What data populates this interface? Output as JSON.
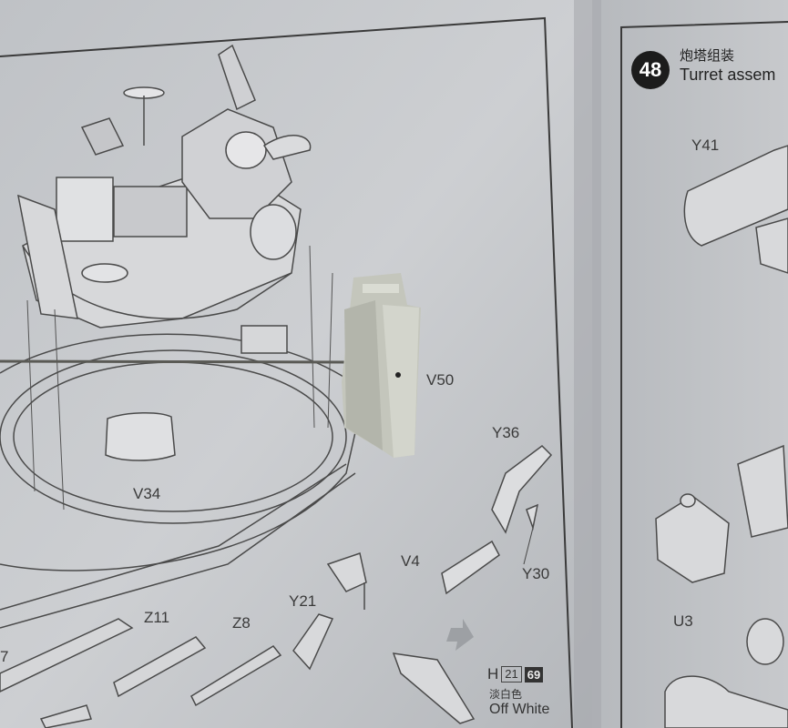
{
  "step": {
    "number": "48",
    "title_cn": "炮塔组装",
    "title_en": "Turret assem"
  },
  "part_labels": {
    "v50": "V50",
    "v34": "V34",
    "y36": "Y36",
    "y30": "Y30",
    "v4": "V4",
    "y21": "Y21",
    "z11": "Z11",
    "z8": "Z8",
    "y41": "Y41",
    "u3": "U3",
    "seven": "7"
  },
  "paint": {
    "code_letter": "H",
    "code_box": "21",
    "code_dark": "69",
    "name_cn": "淡白色",
    "name_en": "Off White"
  },
  "colors": {
    "paper": "#c9cbce",
    "paper_shadow": "#a9acb0",
    "line_art": "#4a4a4a",
    "plastic_part": "#c2c4ba"
  }
}
